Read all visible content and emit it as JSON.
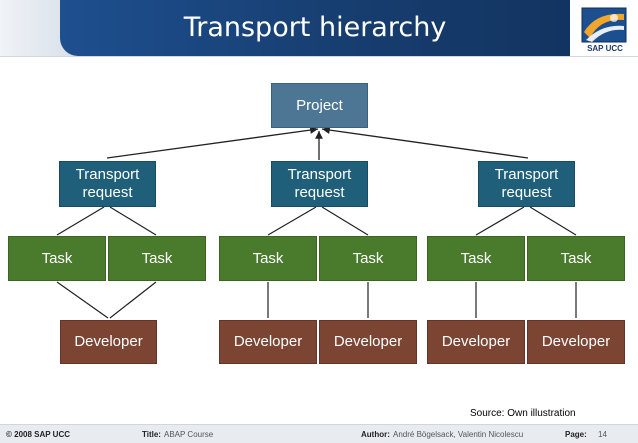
{
  "header": {
    "title": "Transport hierarchy",
    "logo_text": "SAP UCC"
  },
  "diagram": {
    "project": {
      "label": "Project"
    },
    "requests": [
      {
        "label": "Transport request"
      },
      {
        "label": "Transport request"
      },
      {
        "label": "Transport request"
      }
    ],
    "tasks": [
      {
        "label": "Task"
      },
      {
        "label": "Task"
      },
      {
        "label": "Task"
      },
      {
        "label": "Task"
      },
      {
        "label": "Task"
      },
      {
        "label": "Task"
      }
    ],
    "developers": [
      {
        "label": "Developer"
      },
      {
        "label": "Developer"
      },
      {
        "label": "Developer"
      },
      {
        "label": "Developer"
      },
      {
        "label": "Developer"
      }
    ],
    "colors": {
      "project": "#4d7694",
      "request": "#1f5f7a",
      "task": "#4a7a2c",
      "developer": "#7b4433"
    }
  },
  "source_note": "Source: Own illustration",
  "footer": {
    "copyright": "© 2008 SAP UCC",
    "title_label": "Title:",
    "title_value": "ABAP Course",
    "author_label": "Author:",
    "author_value": "André Bögelsack, Valentin Nicolescu",
    "page_label": "Page:",
    "page_value": "14"
  }
}
